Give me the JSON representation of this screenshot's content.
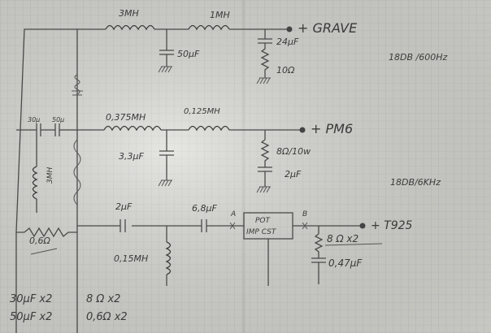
{
  "schematic": {
    "outputs": {
      "grave": "+ GRAVE",
      "pm6": "+ PM6",
      "t925": "+ T925"
    },
    "filter_notes": {
      "grave_slope": "18DB /600Hz",
      "pm6_slope": "18DB/6KHz"
    },
    "components": {
      "l_3mh_top": "3MH",
      "l_1mh_top": "1MH",
      "c_50uf_top": "50µF",
      "c_24uf": "24µF",
      "r_10ohm": "10Ω",
      "c_30uf": "30µ",
      "c_50uf_left": "50µ",
      "l_0375mh": "0,375MH",
      "l_0125mh": "0,125MH",
      "c_33uf": "3,3µF",
      "r_8ohm_10w": "8Ω/10w",
      "c_2uf_mid": "2µF",
      "l_3mh_left": "3MH",
      "c_2uf_low": "2µF",
      "c_68uf": "6,8µF",
      "pot_label_1": "POT",
      "pot_label_2": "IMP CST",
      "node_a": "A",
      "node_b": "B",
      "r_8ohm_x2": "8 Ω x2",
      "c_047uf": "0,47µF",
      "l_015mh": "0,15MH",
      "r_06ohm": "0,6Ω"
    },
    "parts_list": {
      "line1_left": "30µF x2",
      "line1_right": "8 Ω x2",
      "line2_left": "50µF x2",
      "line2_right": "0,6Ω x2"
    },
    "colors": {
      "paper": "#d9d9d4",
      "grid": "#b9b9bf",
      "ink": "#3a3a3a"
    }
  }
}
